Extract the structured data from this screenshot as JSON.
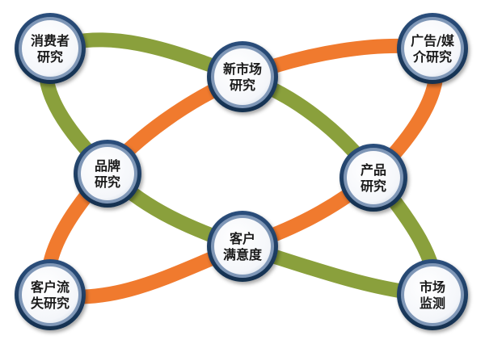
{
  "colors": {
    "green_band": "#8aa03c",
    "orange_band": "#f07a2e",
    "node_ring_outer": "#1f3f66",
    "node_ring_inner": "#7f97b7",
    "node_fill": "#ffffff"
  },
  "nodes": [
    {
      "id": "consumer-research",
      "lines": [
        "消费者",
        "研究"
      ]
    },
    {
      "id": "new-market-research",
      "lines": [
        "新市场",
        "研究"
      ]
    },
    {
      "id": "ad-media-research",
      "lines": [
        "广告/媒",
        "介研究"
      ]
    },
    {
      "id": "brand-research",
      "lines": [
        "品牌",
        "研究"
      ]
    },
    {
      "id": "product-research",
      "lines": [
        "产品",
        "研究"
      ]
    },
    {
      "id": "customer-satisfaction",
      "lines": [
        "客户",
        "满意度"
      ]
    },
    {
      "id": "customer-churn-research",
      "lines": [
        "客户流",
        "失研究"
      ]
    },
    {
      "id": "market-monitoring",
      "lines": [
        "市场",
        "监测"
      ]
    }
  ]
}
